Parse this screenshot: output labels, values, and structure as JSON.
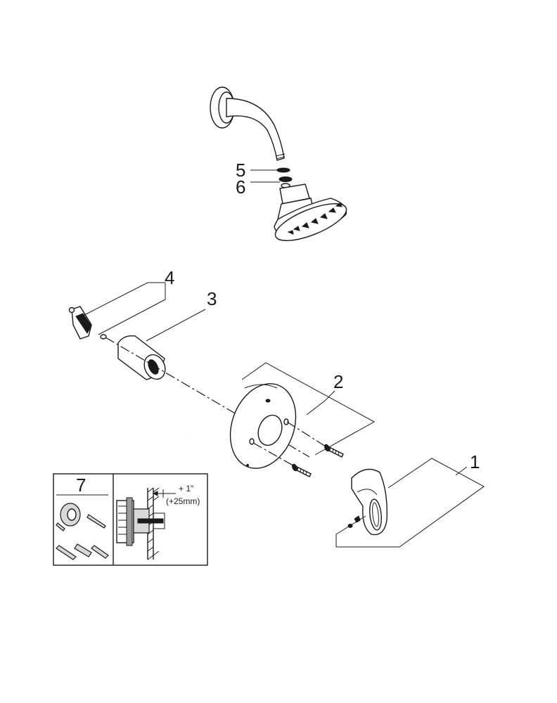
{
  "callouts": {
    "c1": "1",
    "c2": "2",
    "c3": "3",
    "c4": "4",
    "c5": "5",
    "c6": "6",
    "c7": "7"
  },
  "inset": {
    "dimension_primary": "+ 1\"",
    "dimension_secondary": "(+25mm)"
  }
}
